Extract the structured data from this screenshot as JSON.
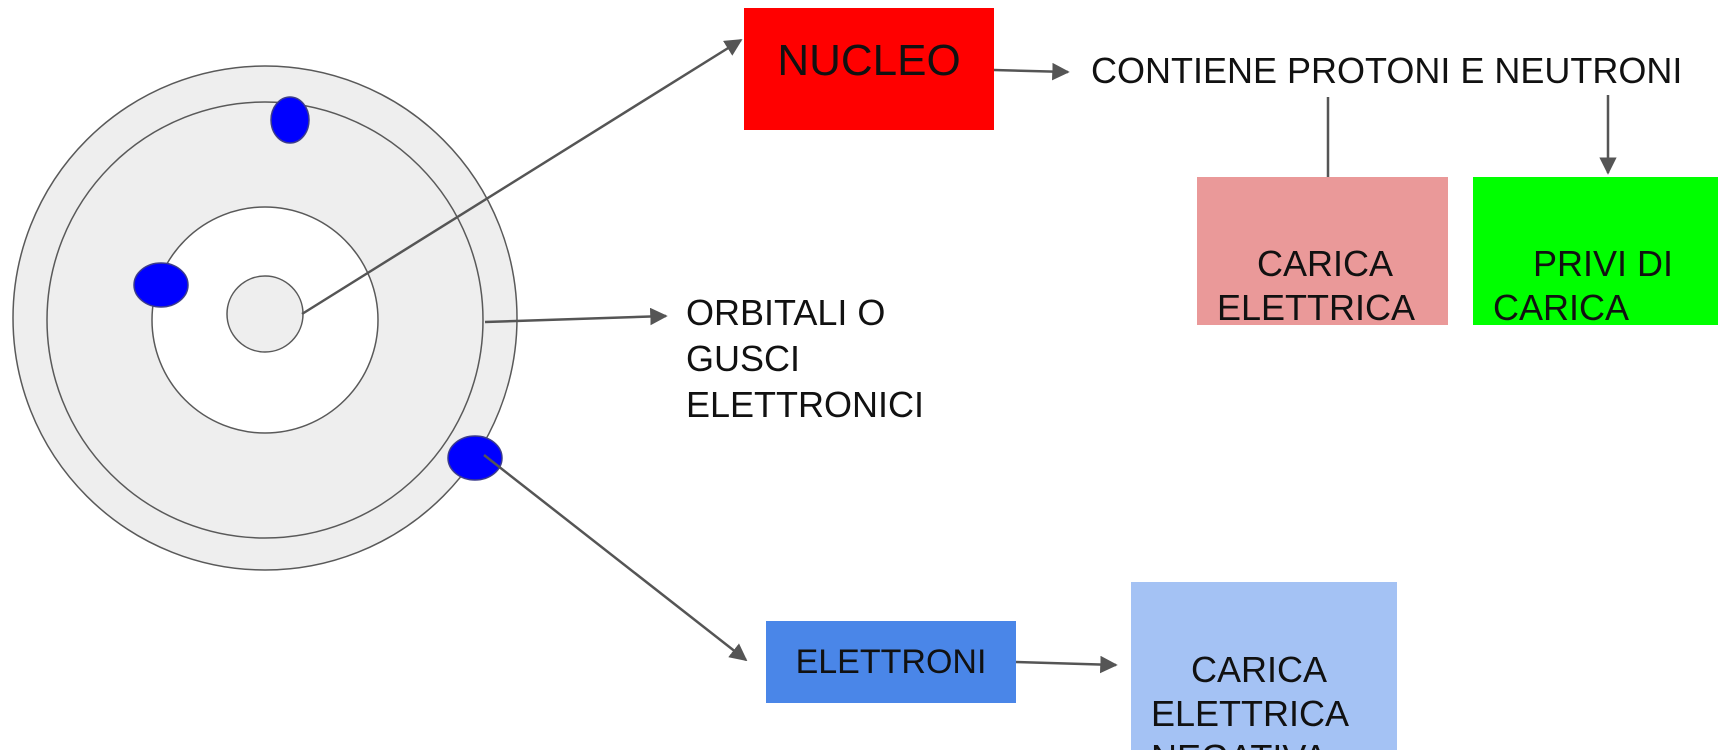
{
  "colors": {
    "nucleo_box": "#ff0000",
    "positive_box": "#ea9999",
    "neutral_box": "#00ff00",
    "elettroni_box": "#4a86e8",
    "negative_box": "#a4c2f4",
    "electron": "#0000ff",
    "shell_fill": "#eeeeee",
    "line": "#555555"
  },
  "nucleus_box": {
    "label": "NUCLEO"
  },
  "nucleus_content": {
    "text": "CONTIENE PROTONI E NEUTRONI"
  },
  "protons_box": {
    "text": "CARICA\nELETTRICA\nPOSITIVA"
  },
  "neutrons_box": {
    "text": "PRIVI DI\nCARICA\nELETTRICA"
  },
  "orbitals_label": {
    "text": "ORBITALI O\nGUSCI\nELETTRONICI"
  },
  "electrons_box": {
    "label": "ELETTRONI"
  },
  "electrons_charge_box": {
    "text": "CARICA\nELETTRICA\nNEGATIVA"
  }
}
